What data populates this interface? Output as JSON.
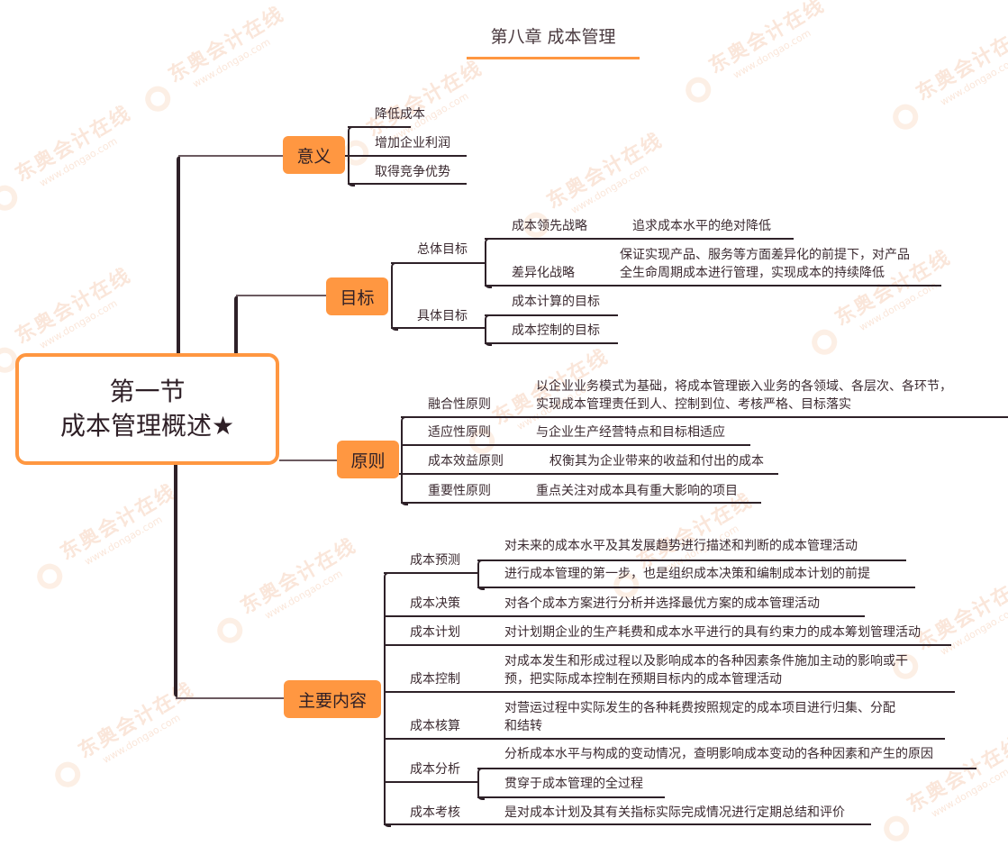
{
  "title": "第八章  成本管理",
  "root": {
    "line1": "第一节",
    "line2": "成本管理概述★"
  },
  "watermark": {
    "cn": "东奥会计在线",
    "en": "www.dongao.com"
  },
  "colors": {
    "accent": "#ff9741",
    "line": "#2e2128",
    "text": "#3b2a30"
  },
  "branches": {
    "significance": {
      "label": "意义",
      "items": [
        "降低成本",
        "增加企业利润",
        "取得竞争优势"
      ]
    },
    "objectives": {
      "label": "目标",
      "overall": {
        "label": "总体目标",
        "items": [
          {
            "label": "成本领先战略",
            "desc": "追求成本水平的绝对降低"
          },
          {
            "label": "差异化战略",
            "desc1": "保证实现产品、服务等方面差异化的前提下，对产品",
            "desc2": "全生命周期成本进行管理，实现成本的持续降低"
          }
        ]
      },
      "specific": {
        "label": "具体目标",
        "items": [
          "成本计算的目标",
          "成本控制的目标"
        ]
      }
    },
    "principles": {
      "label": "原则",
      "items": [
        {
          "label": "融合性原则",
          "desc1": "以企业业务模式为基础，将成本管理嵌入业务的各领域、各层次、各环节，",
          "desc2": "实现成本管理责任到人、控制到位、考核严格、目标落实"
        },
        {
          "label": "适应性原则",
          "desc1": "与企业生产经营特点和目标相适应"
        },
        {
          "label": "成本效益原则",
          "desc1": "权衡其为企业带来的收益和付出的成本"
        },
        {
          "label": "重要性原则",
          "desc1": "重点关注对成本具有重大影响的项目"
        }
      ]
    },
    "content": {
      "label": "主要内容",
      "items": [
        {
          "label": "成本预测",
          "desc": [
            "对未来的成本水平及其发展趋势进行描述和判断的成本管理活动",
            "进行成本管理的第一步，也是组织成本决策和编制成本计划的前提"
          ]
        },
        {
          "label": "成本决策",
          "desc": [
            "对各个成本方案进行分析并选择最优方案的成本管理活动"
          ]
        },
        {
          "label": "成本计划",
          "desc": [
            "对计划期企业的生产耗费和成本水平进行的具有约束力的成本筹划管理活动"
          ]
        },
        {
          "label": "成本控制",
          "desc": [
            "对成本发生和形成过程以及影响成本的各种因素条件施加主动的影响或干",
            "预，把实际成本控制在预期目标内的成本管理活动"
          ]
        },
        {
          "label": "成本核算",
          "desc": [
            "对营运过程中实际发生的各种耗费按照规定的成本项目进行归集、分配",
            "和结转"
          ]
        },
        {
          "label": "成本分析",
          "desc": [
            "分析成本水平与构成的变动情况，查明影响成本变动的各种因素和产生的原因",
            "贯穿于成本管理的全过程"
          ]
        },
        {
          "label": "成本考核",
          "desc": [
            "是对成本计划及其有关指标实际完成情况进行定期总结和评价"
          ]
        }
      ]
    }
  }
}
